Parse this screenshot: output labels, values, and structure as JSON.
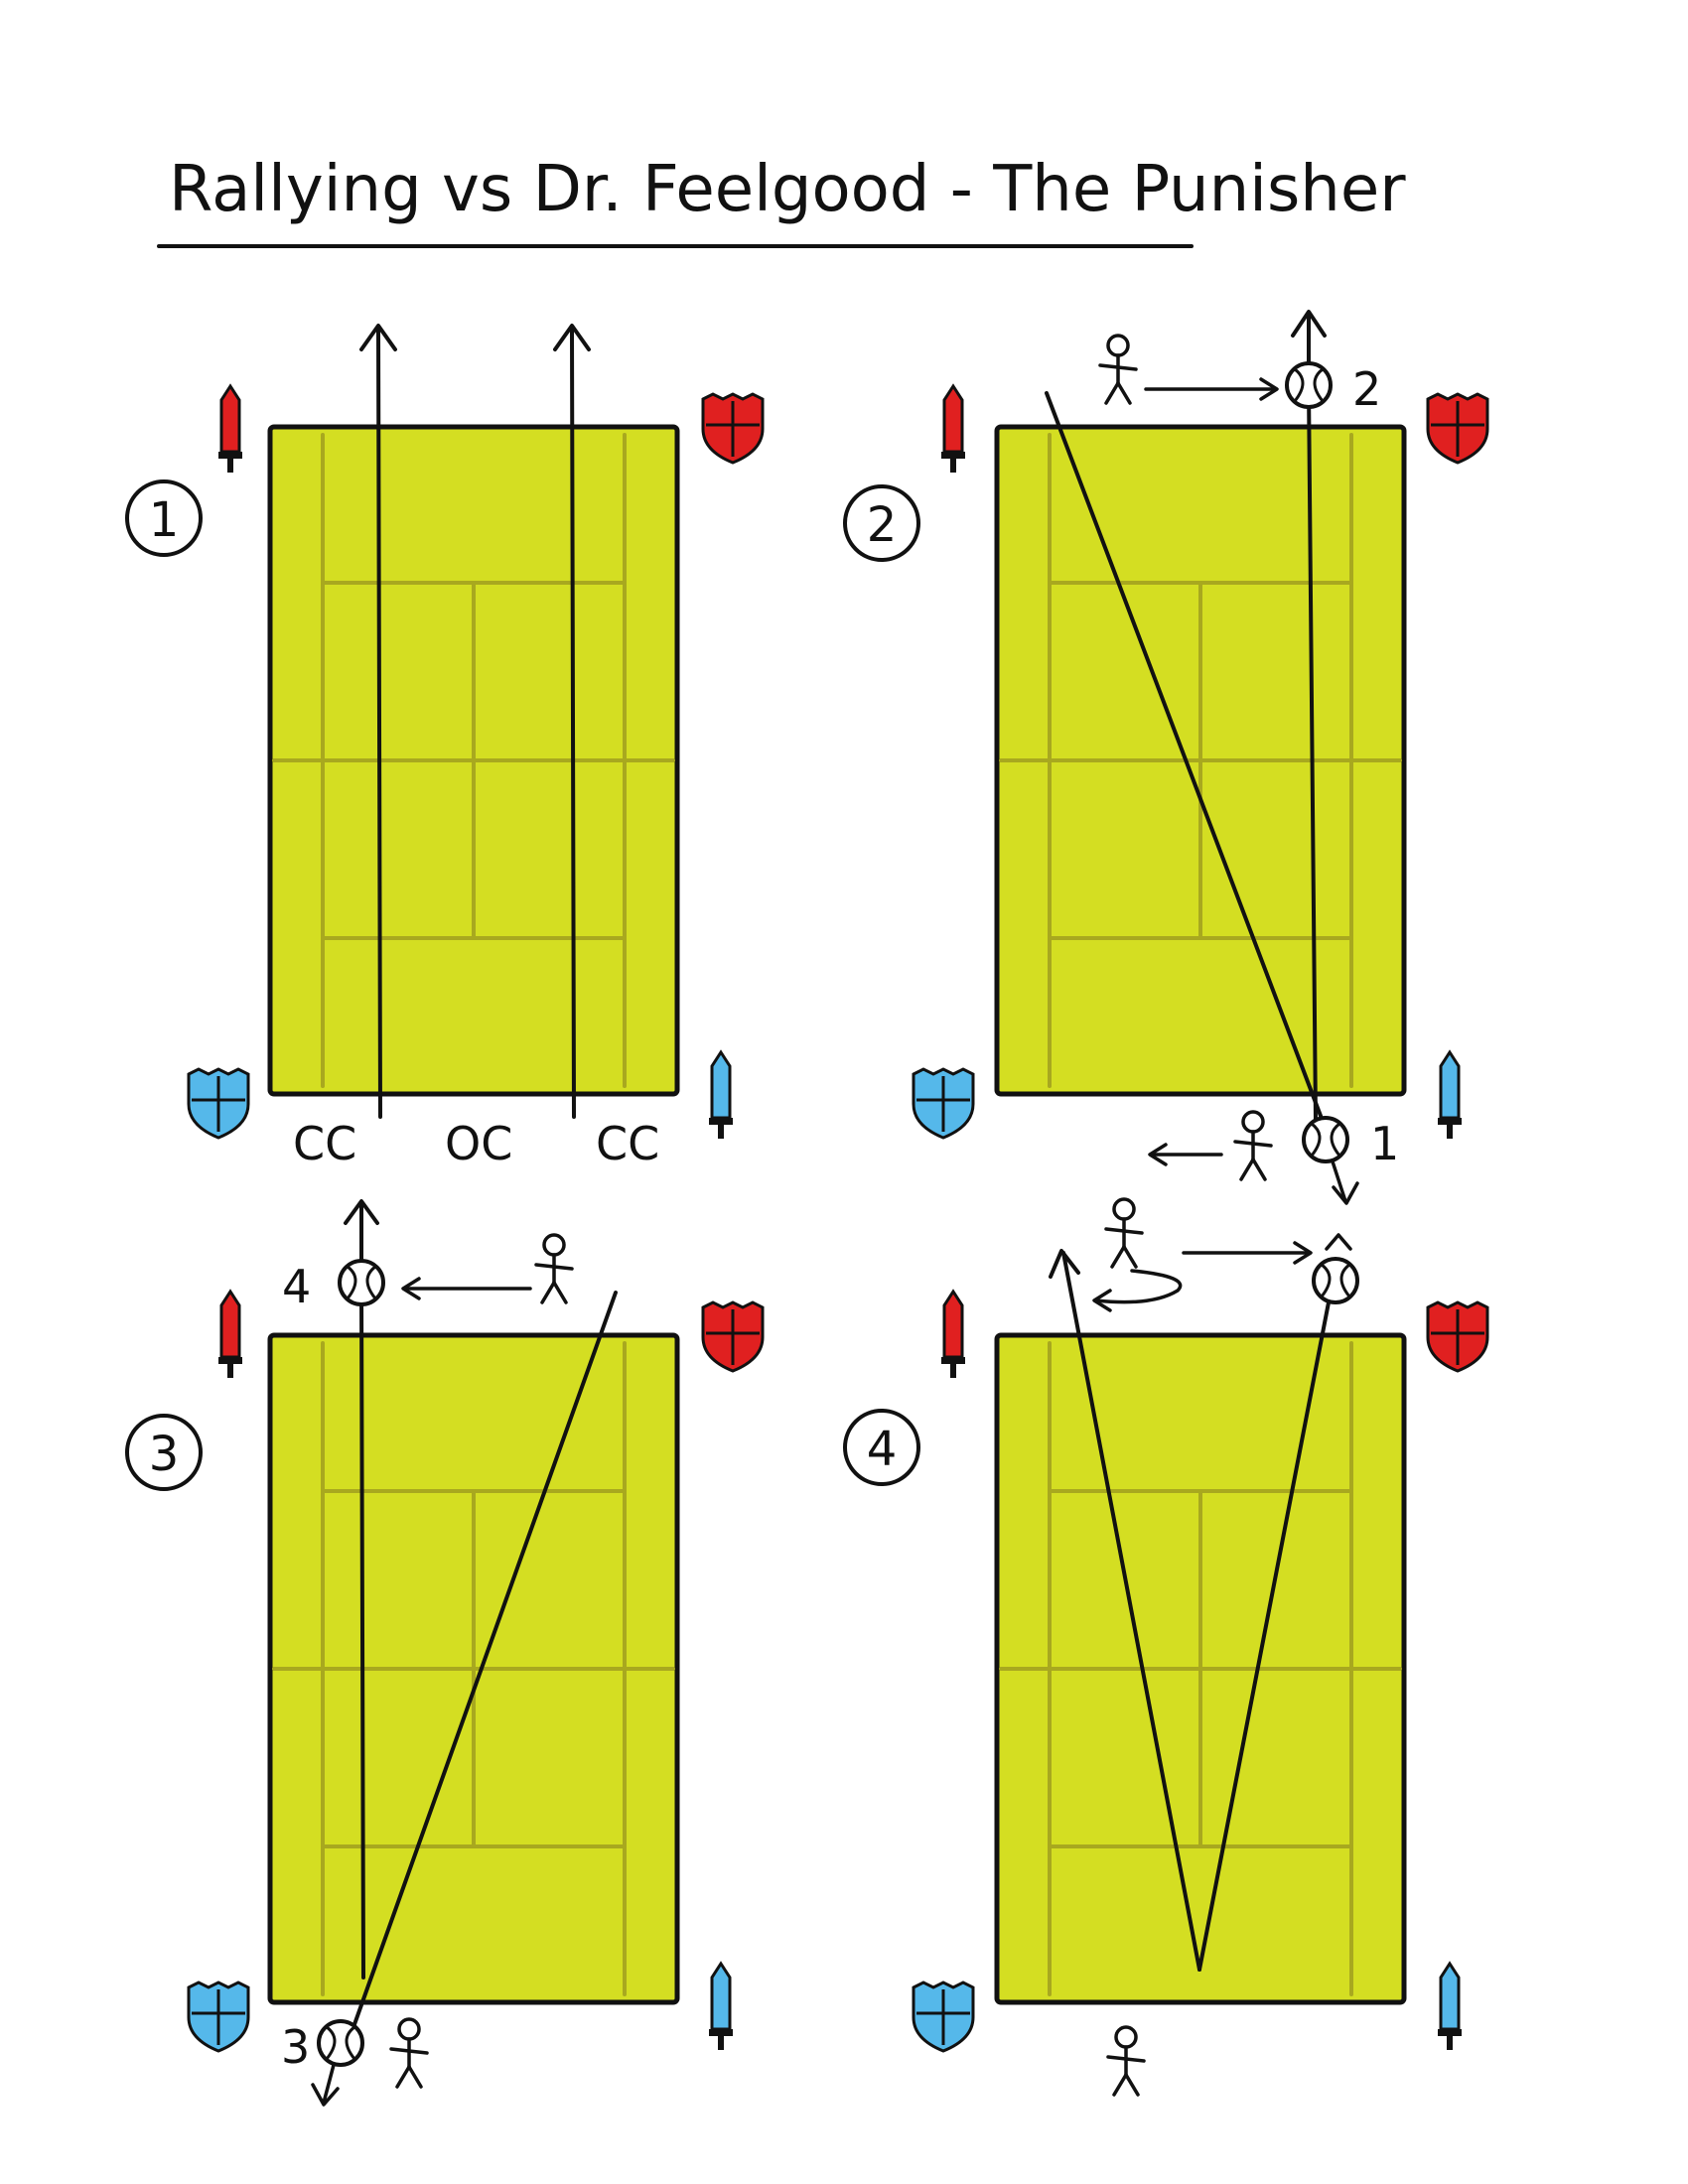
{
  "title": "Rallying vs Dr. Feelgood - The Punisher",
  "colors": {
    "court": "#d4de22",
    "court_lines": "#a8a81f",
    "outline": "#111111",
    "red": "#e02020",
    "blue": "#55b8ea"
  },
  "panels": [
    {
      "number": "1",
      "shot_labels": [
        "CC",
        "OC",
        "CC"
      ],
      "icons": [
        "sword-icon-red",
        "shield-icon-red",
        "shield-icon-blue",
        "sword-icon-blue"
      ]
    },
    {
      "number": "2",
      "shot_numbers": [
        "2",
        "1"
      ],
      "icons": [
        "sword-icon-red",
        "shield-icon-red",
        "shield-icon-blue",
        "sword-icon-blue"
      ]
    },
    {
      "number": "3",
      "shot_numbers": [
        "4",
        "3"
      ],
      "icons": [
        "sword-icon-red",
        "shield-icon-red",
        "shield-icon-blue",
        "sword-icon-blue"
      ]
    },
    {
      "number": "4",
      "icons": [
        "sword-icon-red",
        "shield-icon-red",
        "shield-icon-blue",
        "sword-icon-blue"
      ]
    }
  ]
}
